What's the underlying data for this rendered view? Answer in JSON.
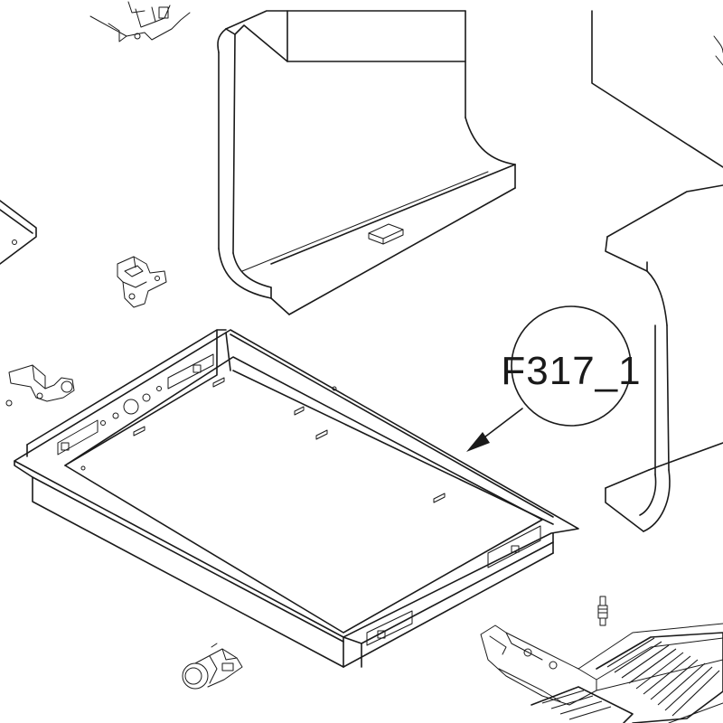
{
  "callout": {
    "label": "F317_1"
  },
  "parts": [
    {
      "name": "bracket-assembly-top"
    },
    {
      "name": "side-panel-left"
    },
    {
      "name": "side-panel-right"
    },
    {
      "name": "flat-panel-left"
    },
    {
      "name": "hinge-bracket"
    },
    {
      "name": "valve-fitting"
    },
    {
      "name": "tray-frame"
    },
    {
      "name": "knob-switch"
    },
    {
      "name": "burner-assembly"
    },
    {
      "name": "spark-plug"
    }
  ]
}
